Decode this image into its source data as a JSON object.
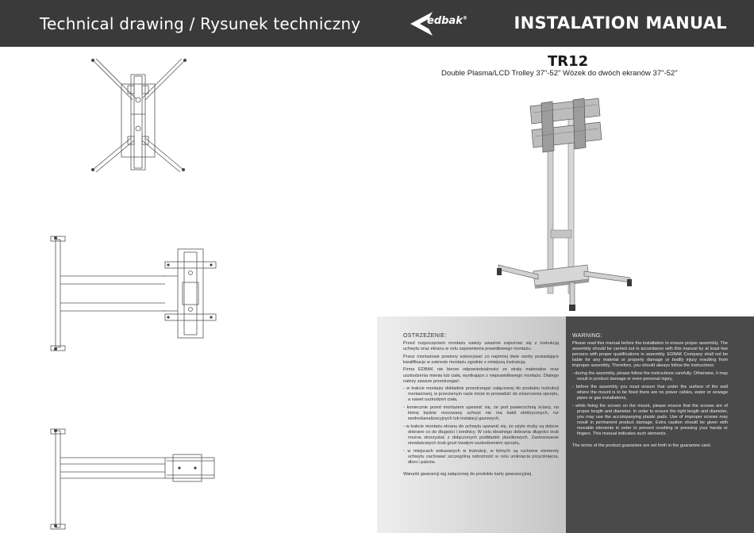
{
  "header": {
    "left_title": "Technical drawing / Rysunek techniczny",
    "right_title": "INSTALATION MANUAL",
    "brand": "edbak",
    "brand_mark": "®"
  },
  "product": {
    "model": "TR12",
    "description": "Double Plasma/LCD Trolley 37\"-52\" Wózek do dwóch ekranów 37\"-52\""
  },
  "warning_pl": {
    "heading": "OSTRZEŻENIE:",
    "p1": "Przed rozpoczęciem montażu należy uważnie zapoznać się z instrukcją uchwytu oraz ekranu w celu zapewnienia prawidłowego montażu.",
    "p2": "Prace montażowe powinny wykonywać co najmniej dwie osoby posiadające kwalifikacje w zakresie montażu zgodnie z niniejszą instrukcją.",
    "p3": "Firma EDBAK nie bierze odpowiedzialności ze straty materialne oraz uszkodzenia mienia lub ciała, wynikające z nieprawidłowego montażu. Dlatego należy zawsze przestrzegać:",
    "b1": "- w trakcie montażu dokładnie przestrzegać załączonej do produktu instrukcji montażowej, w przeciwnym razie może to prowadzić do zniszczenia sprzętu, a nawet uszkodzeń ciała,",
    "b2": "- koniecznie przed montażem upewnić się, że pod powierzchnią ściany, na której będzie mocowany uchwyt nie ma kabli elektrycznych, rur wodnokanalizacyjnych lub instalacji gazowych,",
    "b3": "- w trakcie montażu ekranu do uchwytu upewnić się, że użyte śruby są dobrze dobrane co do długości i średnicy. W celu idealnego dobrania długości śrub można skorzystać z dołączonych podkładek plastikowych. Zastosowanie niewłaściwych śrub grozi trwałym uszkodzeniem sprzętu,",
    "b4": "- w miejscach wskazanych w instrukcji, w których są ruchome elementy uchwytu zachować szczególną ostrożność w celu uniknięcia przyciśnięcia, dłoni i palców.",
    "footer": "Warunki gwarancji wg załączonej do produktu karty gwarancyjnej."
  },
  "warning_en": {
    "heading": "WARNING:",
    "p1": "Please read this manual before the installation to ensure proper assembly. The assembly should be carried out in accordance with this manual by at least two persons with proper qualifications in assembly. EDBAK Company shall not be liable for any material or property damage or bodily injury resulting from improper assembly. Therefore, you should always follow the instructions:",
    "b1": "- during the assembly, please follow the instructions carefully. Otherwise, it may result in product damage or even personal injury,",
    "b2": "- before the assembly you must ensure that under the surface of the wall where the mount is to be fixed there are no power cables, water or sewage pipes or gas installations,",
    "b3": "- while fixing the screen on the mount, please ensure that the screws are of proper length and diameter. In order to ensure the right length and diameter, you may use the accompanying plastic pads. Use of improper screws may result in permanent product damage. Extra caution should be given with movable elements in order to prevent crushing or pressing your hands or fingers. This manual indicates such elements.",
    "footer": "The terms of the product guarantee are set forth in the guarantee card."
  },
  "colors": {
    "header_bg": "#3a3a3a",
    "dark_panel": "#4a4a4a",
    "grey_panel_light": "#eeeeee"
  },
  "icons": [
    "edbak-logo-icon"
  ]
}
